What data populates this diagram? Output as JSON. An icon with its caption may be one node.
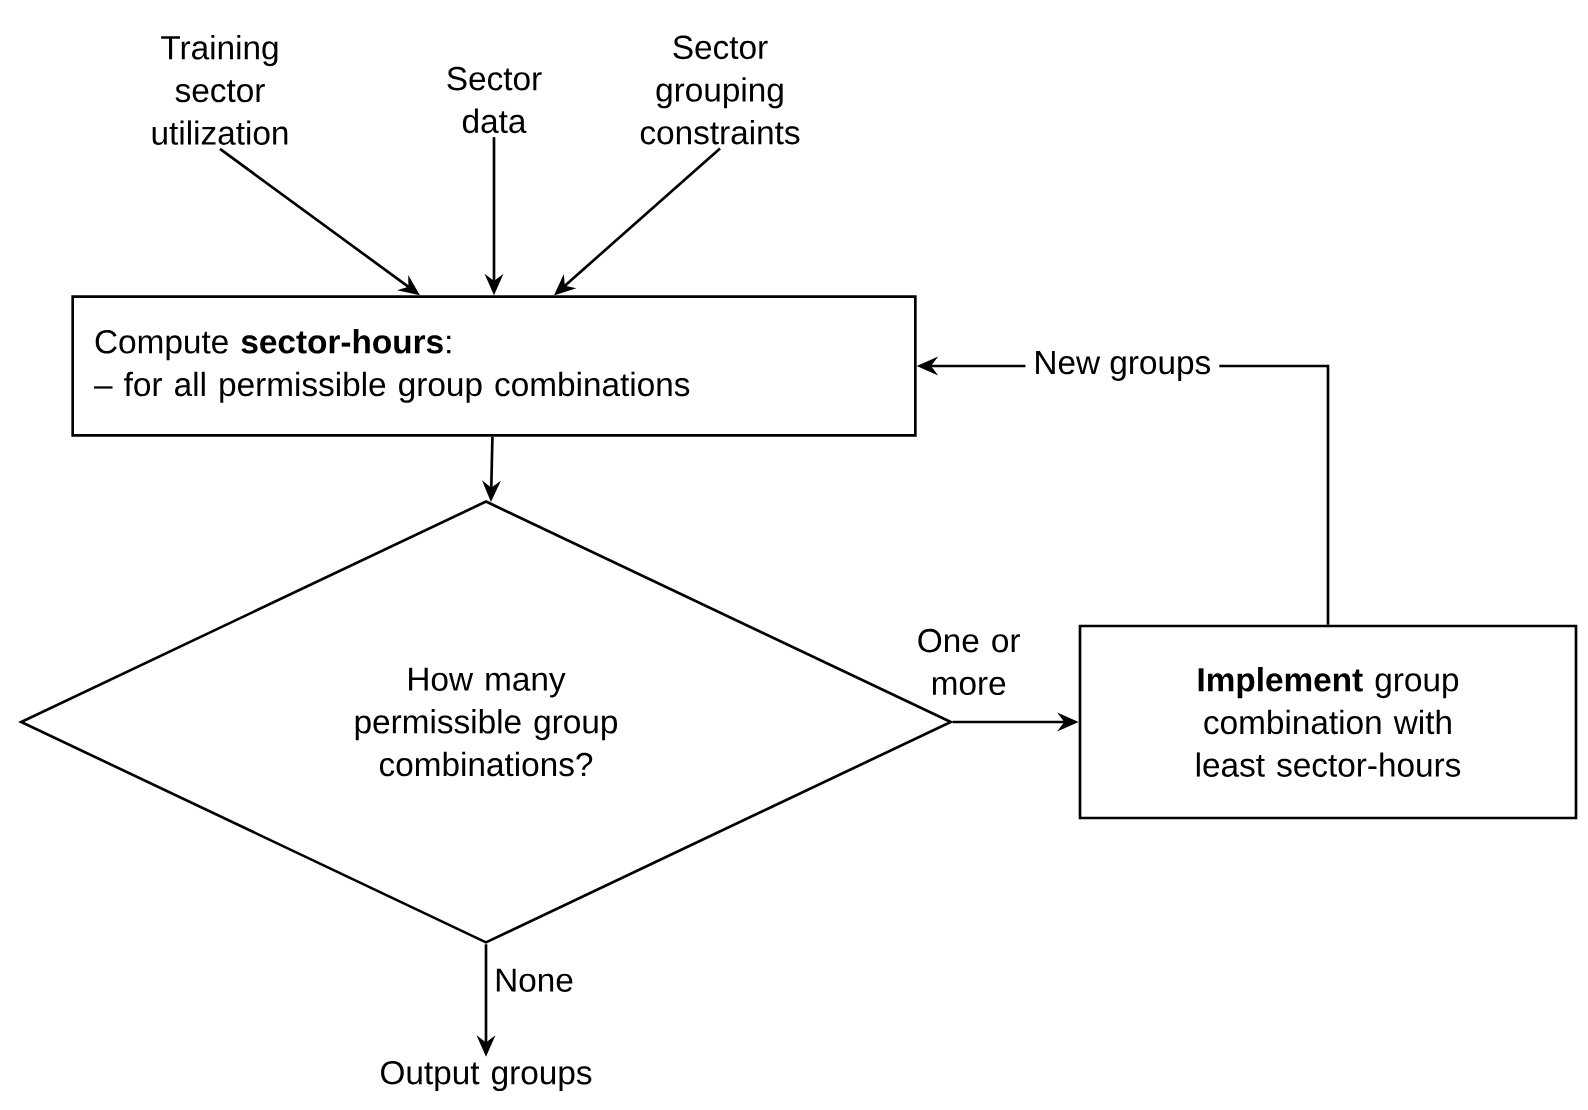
{
  "diagram": {
    "nodes": [
      {
        "text": [
          "Training sector utilization"
        ]
      },
      {
        "text": [
          "Sector data"
        ]
      },
      {
        "text": [
          "Sector grouping constraints"
        ]
      },
      {
        "text": [
          "Compute **sector-hours**:",
          "– for all permissible group combinations"
        ]
      },
      {
        "text": [
          "How many permissible group combinations?"
        ]
      },
      {
        "text": [
          "**Implement** group combination with least sector-hours"
        ]
      },
      {
        "text": [
          "Output groups"
        ]
      }
    ],
    "edges": [
      {
        "from": 0,
        "to": 3,
        "arrow": "to"
      },
      {
        "from": 1,
        "to": 3,
        "arrow": "to"
      },
      {
        "from": 2,
        "to": 3,
        "arrow": "to"
      },
      {
        "from": 3,
        "to": 4,
        "arrow": "to"
      },
      {
        "from": 4,
        "to": 5,
        "arrow": "to",
        "label": "One or more"
      },
      {
        "from": 4,
        "to": 6,
        "arrow": "to",
        "label": "None"
      },
      {
        "from": 5,
        "to": 3,
        "arrow": "to",
        "label": "New groups"
      }
    ]
  }
}
